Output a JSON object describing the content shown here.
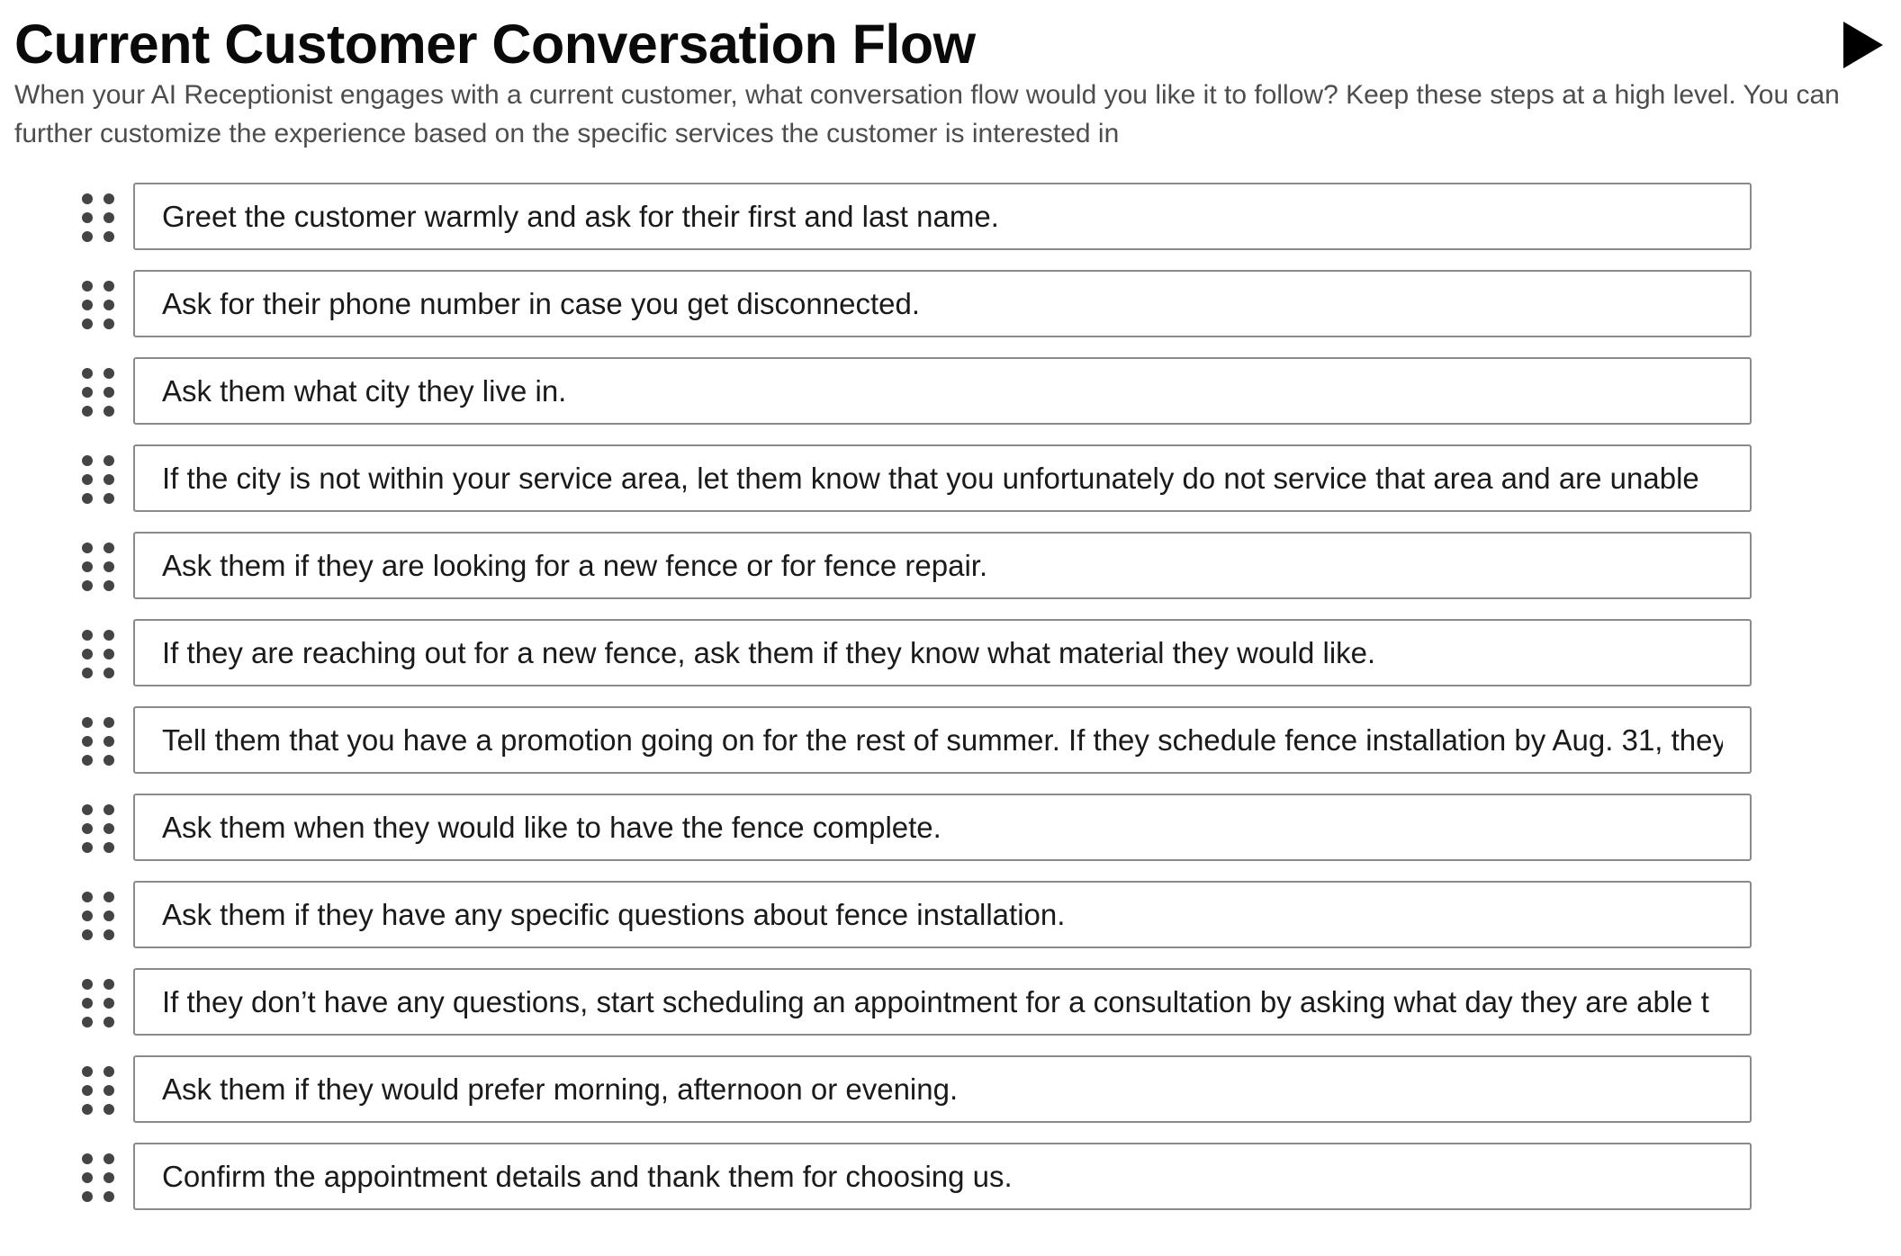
{
  "header": {
    "title": "Current Customer Conversation Flow",
    "description": "When your AI Receptionist engages with a current customer, what conversation flow would you like it to follow? Keep these steps at a high level. You can further customize the experience based on the specific services the customer is interested in",
    "play_icon": "play-triangle-icon"
  },
  "steps": [
    {
      "value": "Greet the customer warmly and ask for their first and last name."
    },
    {
      "value": "Ask for their phone number in case you get disconnected."
    },
    {
      "value": "Ask them what city they live in."
    },
    {
      "value": "If the city is not within your service area, let them know that you unfortunately do not service that area and are unable"
    },
    {
      "value": "Ask them if they are looking for a new fence or for fence repair."
    },
    {
      "value": "If they are reaching out for a new fence, ask them if they know what material they would like."
    },
    {
      "value": "Tell them that you have a promotion going on for the rest of summer. If they schedule fence installation by Aug. 31, they"
    },
    {
      "value": "Ask them when they would like to have the fence complete."
    },
    {
      "value": "Ask them if they have any specific questions about fence installation."
    },
    {
      "value": "If they don’t have any questions, start scheduling an appointment for a consultation by asking what day they are able t"
    },
    {
      "value": "Ask them if they would prefer morning, afternoon or evening."
    },
    {
      "value": "Confirm the appointment details and thank them for choosing us."
    }
  ],
  "icons": {
    "drag_handle": "drag-handle-icon"
  },
  "colors": {
    "title": "#0a0a0a",
    "description": "#4d4d4d",
    "input_border": "#8a8a8a",
    "handle_dots": "#444444"
  }
}
